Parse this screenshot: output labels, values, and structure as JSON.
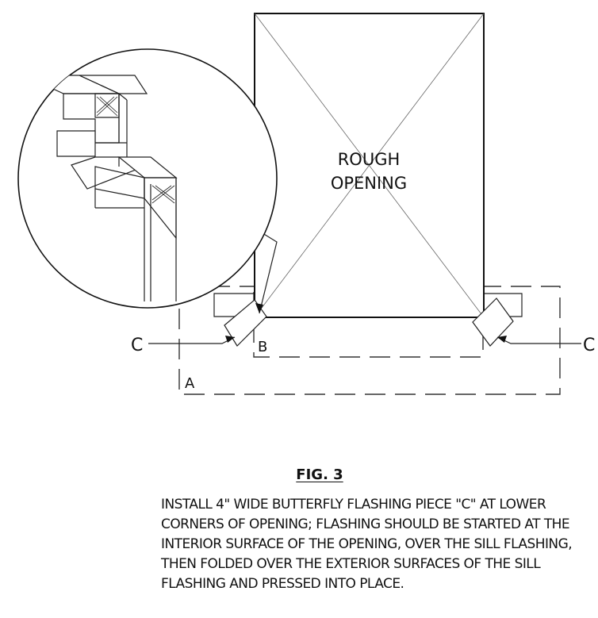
{
  "labels": {
    "opening": [
      "ROUGH",
      "OPENING"
    ],
    "left_flashing": "C",
    "right_flashing": "C",
    "point_b": "B",
    "area_a": "A"
  },
  "figure": {
    "title": "FIG. 3",
    "caption": "INSTALL 4\" WIDE BUTTERFLY FLASHING PIECE \"C\" AT LOWER CORNERS OF OPENING;  FLASHING SHOULD BE STARTED AT THE INTERIOR SURFACE OF THE OPENING, OVER THE SILL FLASHING, THEN FOLDED OVER THE EXTERIOR SURFACES OF THE SILL FLASHING AND PRESSED INTO PLACE."
  }
}
